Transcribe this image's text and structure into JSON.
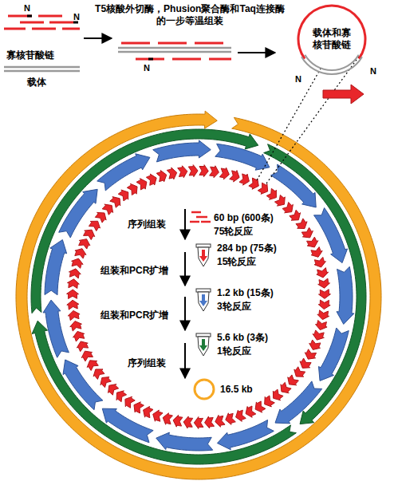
{
  "diagram": {
    "nodes": [
      {
        "text": [
          "载体和寡 核苷酸链"
        ]
      }
    ],
    "labels": [
      "N",
      "N",
      "寡核苷酸链",
      "载体",
      "T5核酸外切酶，Phusion聚合酶和Taq连接酶 的一步等温组装",
      "N",
      "N",
      "N",
      "序列组装",
      "60 bp (600条)",
      "75轮反应",
      "284 bp (75条)",
      "15轮反应",
      "组装和PCR扩增",
      "1.2 kb (15条)",
      "3轮反应",
      "组装和PCR扩增",
      "5.6 kb (3条)",
      "1轮反应",
      "序列组装",
      "16.5 kb"
    ]
  }
}
